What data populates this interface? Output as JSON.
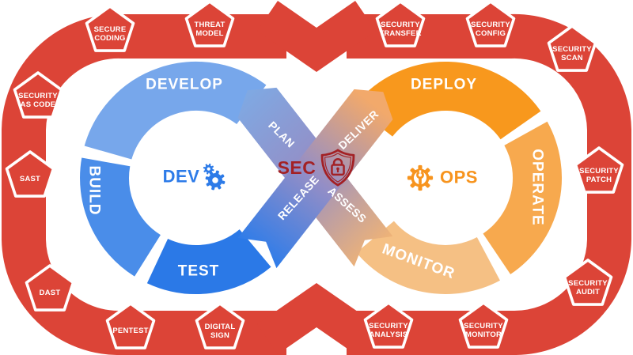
{
  "colors": {
    "frame_red": "#DC4437",
    "develop_blue": "#77A7EB",
    "build_blue": "#4A8DE9",
    "test_blue": "#2B79E7",
    "deploy_orange": "#F8981D",
    "operate_orange": "#F7A94E",
    "monitor_orange": "#F5C084",
    "plan_blue": "#7FA9E3",
    "mid_purple": "#948EC6",
    "assess_orange": "#EFB377",
    "release_blue": "#2E7CE9",
    "deliver_orange": "#F2A96B",
    "sec_red": "#A32125",
    "dev_blue": "#2D7BE8",
    "ops_orange": "#F7941E"
  },
  "cycle": {
    "develop": "DEVELOP",
    "build": "BUILD",
    "test": "TEST",
    "deploy": "DEPLOY",
    "operate": "OPERATE",
    "monitor": "MONITOR",
    "plan": "PLAN",
    "deliver": "DELIVER",
    "release": "RELEASE",
    "assess": "ASSESS"
  },
  "center": {
    "sec": "SEC",
    "dev": "DEV",
    "ops": "OPS"
  },
  "badges": [
    {
      "id": "secure-coding",
      "line1": "SECURE",
      "line2": "CODING"
    },
    {
      "id": "threat-model",
      "line1": "THREAT",
      "line2": "MODEL"
    },
    {
      "id": "security-transfer",
      "line1": "SECURITY",
      "line2": "TRANSFER"
    },
    {
      "id": "security-config",
      "line1": "SECURITY",
      "line2": "CONFIG"
    },
    {
      "id": "security-scan",
      "line1": "SECURITY",
      "line2": "SCAN"
    },
    {
      "id": "security-as-code",
      "line1": "SECURITY",
      "line2": "AS CODE"
    },
    {
      "id": "sast",
      "line1": "SAST",
      "line2": ""
    },
    {
      "id": "dast",
      "line1": "DAST",
      "line2": ""
    },
    {
      "id": "pentest",
      "line1": "PENTEST",
      "line2": ""
    },
    {
      "id": "digital-sign",
      "line1": "DIGITAL",
      "line2": "SIGN"
    },
    {
      "id": "security-analysis",
      "line1": "SECURITY",
      "line2": "ANALYSIS"
    },
    {
      "id": "security-monitor",
      "line1": "SECURITY",
      "line2": "MONITOR"
    },
    {
      "id": "security-audit",
      "line1": "SECURITY",
      "line2": "AUDIT"
    },
    {
      "id": "security-patch",
      "line1": "SECURITY",
      "line2": "PATCH"
    }
  ]
}
